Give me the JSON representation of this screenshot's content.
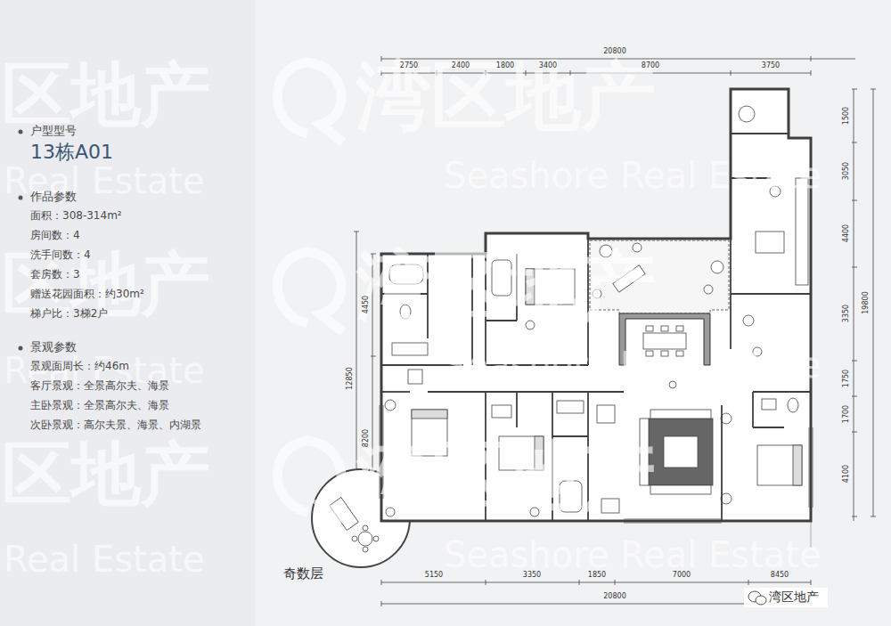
{
  "diagram": {
    "labels": [
      "区地产",
      "Real Estate",
      "湾区地产",
      "Seashore Real Estate",
      "区地产",
      "Real Estate",
      "湾区地产",
      "Seashore Real Estate",
      "区地产",
      "Real Estate",
      "湾区地产",
      "Seashore Real Estate",
      "户型型号",
      "13栋A01",
      "作品参数",
      "面积：308-314m²",
      "房间数：4",
      "洗手间数：4",
      "套房数：3",
      "赠送花园面积：约30m²",
      "梯户比：3梯2户",
      "景观参数",
      "景观面周长：约46m",
      "客厅景观：全景高尔夫、海景",
      "主卧景观：全景高尔夫、海景",
      "次卧景观：高尔夫景、海景、内湖景",
      "20800",
      "2750",
      "2400",
      "1800",
      "3400",
      "8700",
      "3750",
      "1500",
      "3050",
      "4400",
      "3350",
      "1750",
      "1700",
      "4100",
      "19800",
      "4450",
      "12850",
      "8200",
      "5150",
      "3350",
      "1850",
      "7000",
      "8450",
      "20800",
      "奇数层",
      "湾区地产"
    ]
  }
}
